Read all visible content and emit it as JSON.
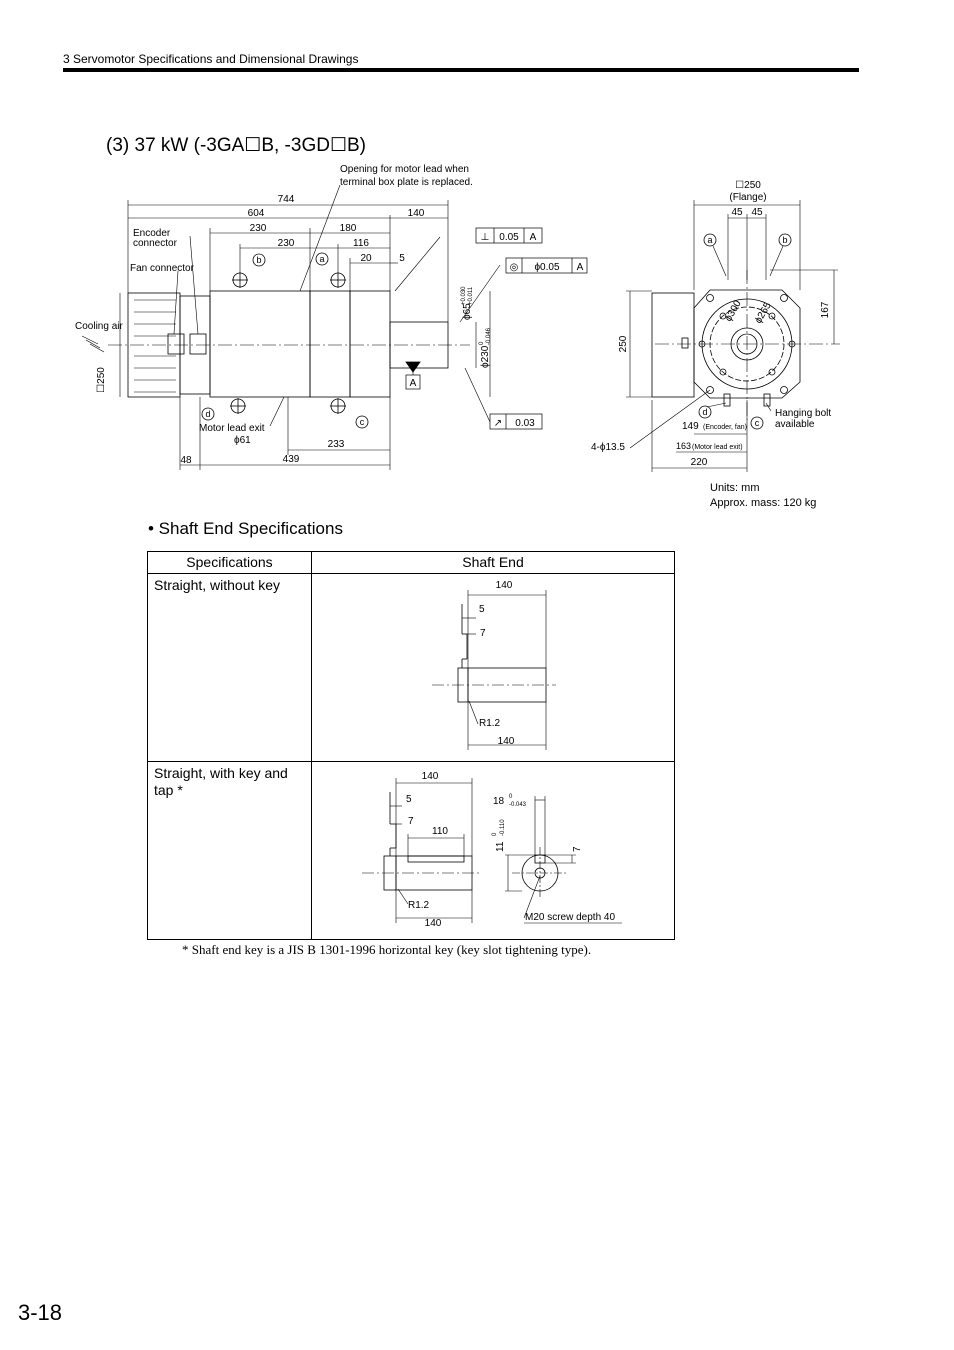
{
  "header": {
    "chapter": "3  Servomotor Specifications and Dimensional Drawings"
  },
  "section": {
    "title": "(3) 37 kW (-3GA☐B, -3GD☐B)"
  },
  "drawing": {
    "side_view": {
      "overall_length": "744",
      "body_length": "604",
      "shaft_length": "140",
      "dim_230_top": "230",
      "dim_180": "180",
      "dim_230_mid": "230",
      "dim_116": "116",
      "dim_20": "20",
      "dim_5": "5",
      "encoder_connector": [
        "Encoder",
        "connector"
      ],
      "fan_connector": "Fan connector",
      "cooling_air": "Cooling air",
      "square_250": "☐250",
      "opening_note": [
        "Opening for motor lead when",
        "terminal box plate is replaced."
      ],
      "perp_symbol": "⊥",
      "perp_tol": "0.05",
      "perp_datum": "A",
      "conc_symbol": "◎",
      "conc_tol": "ϕ0.05",
      "conc_datum": "A",
      "shaft_dia": "ϕ65",
      "shaft_tol_upper": "+0.030",
      "shaft_tol_lower": "+0.011",
      "spigot_dia": "ϕ230",
      "spigot_tol_upper": "0",
      "spigot_tol_lower": "-0.046",
      "datum_a": "A",
      "runout_symbol": "↗",
      "runout_tol": "0.03",
      "motor_lead_exit": "Motor lead exit",
      "motor_lead_dia": "ϕ61",
      "dim_233": "233",
      "dim_48": "48",
      "dim_439": "439",
      "label_a": "a",
      "label_b": "b",
      "label_c": "c",
      "label_d": "d"
    },
    "front_view": {
      "flange_square": "☐250",
      "flange_label": "(Flange)",
      "dim_45_left": "45",
      "dim_45_right": "45",
      "dim_167": "167",
      "dim_250": "250",
      "pcd_300": "ϕ300",
      "pcd_265": "ϕ265",
      "hole_note": "4-ϕ13.5",
      "dim_149": "149",
      "dim_149_note": "(Encoder, fan)",
      "dim_163": "163",
      "dim_163_note": "(Motor lead exit)",
      "dim_220": "220",
      "hanging_bolt": [
        "Hanging bolt",
        "available"
      ],
      "label_a": "a",
      "label_b": "b",
      "label_c": "c",
      "label_d": "d"
    },
    "units": "Units: mm",
    "mass": "Approx. mass: 120 kg"
  },
  "shaft_section": {
    "heading": "•  Shaft End Specifications",
    "table": {
      "col_spec": "Specifications",
      "col_shaft": "Shaft End",
      "rows": [
        {
          "spec": "Straight, without key",
          "dims": {
            "top": "140",
            "d5": "5",
            "d7": "7",
            "radius": "R1.2",
            "bottom": "140"
          }
        },
        {
          "spec": "Straight, with key and tap *",
          "dims": {
            "top": "140",
            "d5": "5",
            "d7": "7",
            "d110": "110",
            "radius": "R1.2",
            "bottom": "140",
            "key_width": "18",
            "key_w_upper": "0",
            "key_w_lower": "-0.043",
            "key_depth": "11",
            "key_d_upper": "0",
            "key_d_lower": "-0.110",
            "key_7": "7",
            "screw": "M20 screw depth 40"
          }
        }
      ]
    },
    "footnote": "*  Shaft end key is a JIS B 1301-1996 horizontal key (key slot tightening type)."
  },
  "page": {
    "number": "3-18"
  }
}
